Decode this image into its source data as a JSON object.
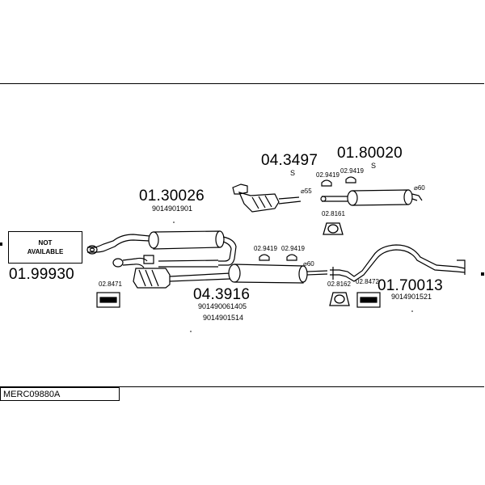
{
  "model_code": "MERC09880A",
  "not_available": {
    "line1": "NOT",
    "line2": "AVAILABLE"
  },
  "parts": {
    "p1": {
      "number": "01.99930"
    },
    "p2": {
      "number": "01.30026",
      "ref": "9014901901"
    },
    "p3": {
      "number": "04.3497",
      "suffix": "S"
    },
    "p4": {
      "number": "01.80020",
      "suffix": "S"
    },
    "p5": {
      "number": "04.3916",
      "ref1": "901490061405",
      "ref2": "9014901514"
    },
    "p6": {
      "number": "01.70013",
      "ref": "9014901521"
    }
  },
  "clamps": {
    "c_top_a": "02.9419",
    "c_top_b": "02.9419",
    "c_mid_a": "02.9419",
    "c_mid_b": "02.9419",
    "hanger_top": "02.8161",
    "hanger_mid": "02.8162",
    "kit_left": "02.8471",
    "kit_right": "02.8472"
  },
  "diameters": {
    "d55": "⌀55",
    "d60a": "⌀60",
    "d60b": "⌀60"
  }
}
